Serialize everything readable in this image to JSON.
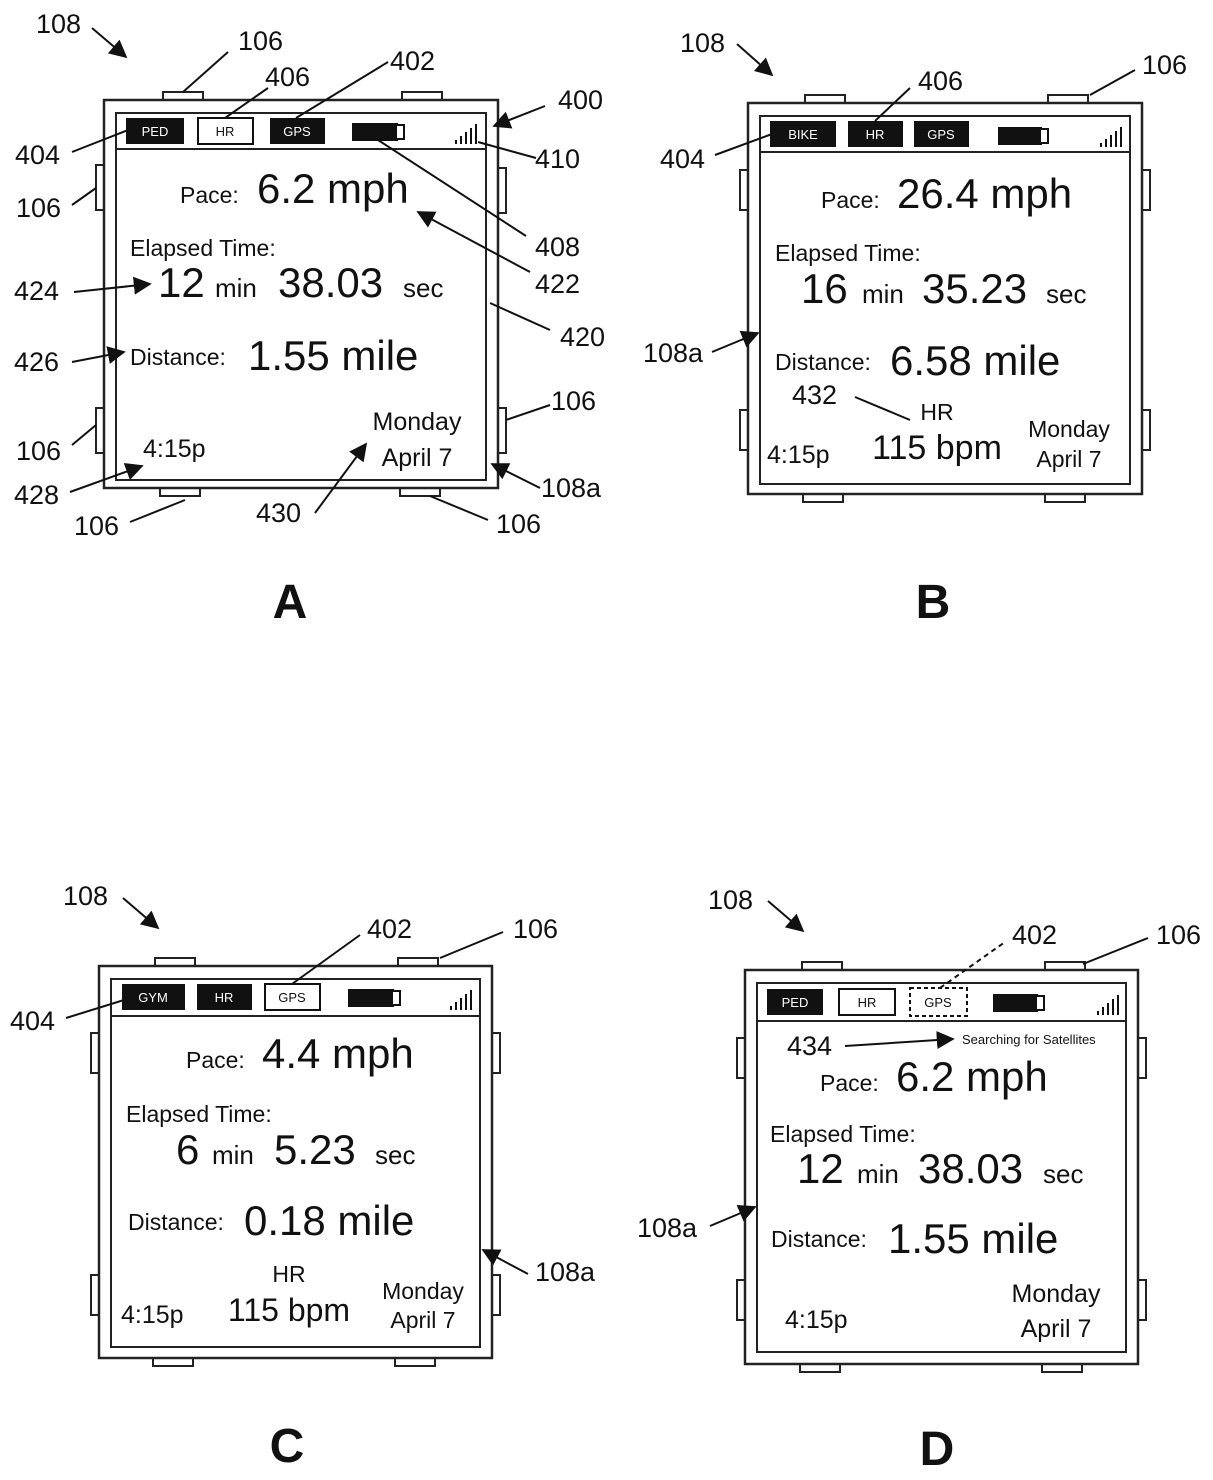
{
  "figures": [
    {
      "id": "A",
      "letter": "A",
      "mode": "PED",
      "hr": "HR",
      "gps": "GPS",
      "pace_label": "Pace:",
      "pace_value": "6.2 mph",
      "elapsed_label": "Elapsed Time:",
      "elapsed_min": "12",
      "min_unit": "min",
      "elapsed_sec": "38.03",
      "sec_unit": "sec",
      "distance_label": "Distance:",
      "distance_value": "1.55 mile",
      "time": "4:15p",
      "day": "Monday",
      "date": "April 7",
      "refs": {
        "r108": "108",
        "r106a": "106",
        "r406": "406",
        "r402": "402",
        "r400": "400",
        "r404": "404",
        "r410": "410",
        "r106b": "106",
        "r408": "408",
        "r422": "422",
        "r424": "424",
        "r420": "420",
        "r426": "426",
        "r106c": "106",
        "r106d": "106",
        "r108a": "108a",
        "r428": "428",
        "r430": "430",
        "r106e": "106",
        "r106f": "106"
      }
    },
    {
      "id": "B",
      "letter": "B",
      "mode": "BIKE",
      "hr": "HR",
      "gps": "GPS",
      "pace_label": "Pace:",
      "pace_value": "26.4 mph",
      "elapsed_label": "Elapsed Time:",
      "elapsed_min": "16",
      "min_unit": "min",
      "elapsed_sec": "35.23",
      "sec_unit": "sec",
      "distance_label": "Distance:",
      "distance_value": "6.58 mile",
      "hr_label": "HR",
      "hr_value": "115 bpm",
      "time": "4:15p",
      "day": "Monday",
      "date": "April 7",
      "refs": {
        "r108": "108",
        "r406": "406",
        "r106": "106",
        "r404": "404",
        "r108a": "108a",
        "r432": "432"
      }
    },
    {
      "id": "C",
      "letter": "C",
      "mode": "GYM",
      "hr": "HR",
      "gps": "GPS",
      "pace_label": "Pace:",
      "pace_value": "4.4 mph",
      "elapsed_label": "Elapsed Time:",
      "elapsed_min": "6",
      "min_unit": "min",
      "elapsed_sec": "5.23",
      "sec_unit": "sec",
      "distance_label": "Distance:",
      "distance_value": "0.18 mile",
      "hr_label": "HR",
      "hr_value": "115 bpm",
      "time": "4:15p",
      "day": "Monday",
      "date": "April 7",
      "refs": {
        "r108": "108",
        "r402": "402",
        "r106": "106",
        "r404": "404",
        "r108a": "108a"
      }
    },
    {
      "id": "D",
      "letter": "D",
      "mode": "PED",
      "hr": "HR",
      "gps": "GPS",
      "searching": "Searching for Satellites",
      "pace_label": "Pace:",
      "pace_value": "6.2 mph",
      "elapsed_label": "Elapsed Time:",
      "elapsed_min": "12",
      "min_unit": "min",
      "elapsed_sec": "38.03",
      "sec_unit": "sec",
      "distance_label": "Distance:",
      "distance_value": "1.55 mile",
      "time": "4:15p",
      "day": "Monday",
      "date": "April 7",
      "refs": {
        "r108": "108",
        "r402": "402",
        "r106": "106",
        "r434": "434",
        "r108a": "108a"
      }
    }
  ]
}
